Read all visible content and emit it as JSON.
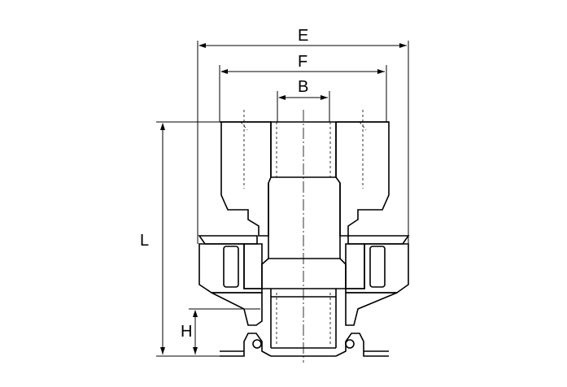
{
  "dimensions": {
    "e_label": "E",
    "f_label": "F",
    "b_label": "B",
    "l_label": "L",
    "h_label": "H"
  }
}
